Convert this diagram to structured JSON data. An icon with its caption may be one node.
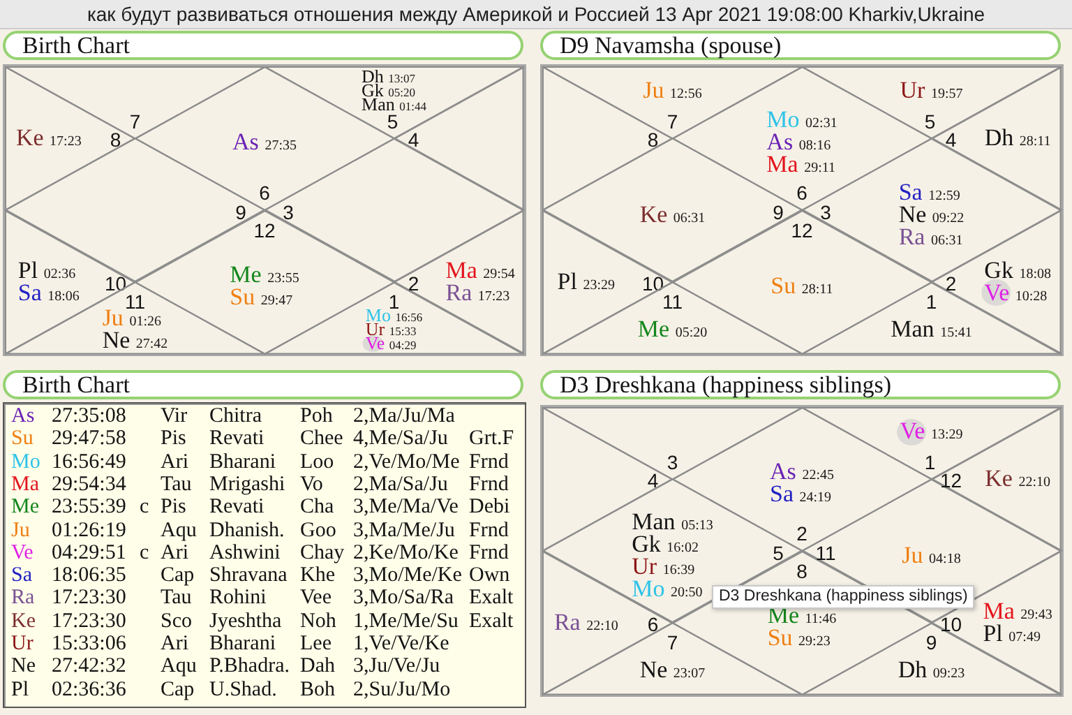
{
  "diagram": {
    "title": "как будут развиваться отношения между Америкой и Россией 13 Apr 2021 19:08:00 Kharkiv,Ukraine",
    "nodes": [
      {
        "text": [
          "Birth Chart"
        ]
      },
      {
        "text": [
          "As 27:35",
          "6"
        ],
        "in": 0
      },
      {
        "text": [
          "7"
        ],
        "in": 0
      },
      {
        "text": [
          "Ke 17:23",
          "8"
        ],
        "in": 0
      },
      {
        "text": [
          "9"
        ],
        "in": 0
      },
      {
        "text": [
          "Pl 02:36",
          "Sa 18:06",
          "10"
        ],
        "in": 0
      },
      {
        "text": [
          "11",
          "Ju 01:26",
          "Ne 27:42"
        ],
        "in": 0
      },
      {
        "text": [
          "12",
          "Me 23:55",
          "Su 29:47"
        ],
        "in": 0
      },
      {
        "text": [
          "1",
          "Mo 16:56",
          "Ur 15:33",
          "Ve 04:29"
        ],
        "in": 0
      },
      {
        "text": [
          "2",
          "Ma 29:54",
          "Ra 17:23"
        ],
        "in": 0
      },
      {
        "text": [
          "3"
        ],
        "in": 0
      },
      {
        "text": [
          "4"
        ],
        "in": 0
      },
      {
        "text": [
          "Dh 13:07",
          "Gk 05:20",
          "Man 01:44",
          "5"
        ],
        "in": 0
      },
      {
        "text": [
          "D9 Navamsha (spouse)"
        ]
      },
      {
        "text": [
          "Mo 02:31",
          "As 08:16",
          "Ma 29:11",
          "6"
        ],
        "in": 13
      },
      {
        "text": [
          "Ju 12:56",
          "7"
        ],
        "in": 13
      },
      {
        "text": [
          "8"
        ],
        "in": 13
      },
      {
        "text": [
          "Ke 06:31",
          "9"
        ],
        "in": 13
      },
      {
        "text": [
          "Pl 23:29",
          "10"
        ],
        "in": 13
      },
      {
        "text": [
          "11",
          "Me 05:20"
        ],
        "in": 13
      },
      {
        "text": [
          "12",
          "Su 28:11"
        ],
        "in": 13
      },
      {
        "text": [
          "1",
          "Man 15:41"
        ],
        "in": 13
      },
      {
        "text": [
          "2",
          "Gk 18:08",
          "Ve 10:28"
        ],
        "in": 13
      },
      {
        "text": [
          "3",
          "Sa 12:59",
          "Ne 09:22",
          "Ra 06:31"
        ],
        "in": 13
      },
      {
        "text": [
          "4",
          "Dh 28:11"
        ],
        "in": 13
      },
      {
        "text": [
          "Ur 19:57",
          "5"
        ],
        "in": 13
      },
      {
        "text": [
          "Birth Chart"
        ]
      },
      {
        "text": [
          "D3 Dreshkana (happiness siblings)"
        ]
      },
      {
        "text": [
          "As 22:45",
          "Sa 24:19",
          "2"
        ],
        "in": 27
      },
      {
        "text": [
          "3"
        ],
        "in": 27
      },
      {
        "text": [
          "4"
        ],
        "in": 27
      },
      {
        "text": [
          "Man 05:13",
          "Gk 16:02",
          "Ur 16:39",
          "Mo 20:50",
          "5"
        ],
        "in": 27
      },
      {
        "text": [
          "Ra 22:10",
          "6"
        ],
        "in": 27
      },
      {
        "text": [
          "7",
          "Ne 23:07"
        ],
        "in": 27
      },
      {
        "text": [
          "8",
          "Me 11:46",
          "Su 29:23"
        ],
        "in": 27
      },
      {
        "text": [
          "9",
          "Dh 09:23"
        ],
        "in": 27
      },
      {
        "text": [
          "10",
          "Ma 29:43",
          "Pl 07:49"
        ],
        "in": 27
      },
      {
        "text": [
          "11",
          "Ju 04:18"
        ],
        "in": 27
      },
      {
        "text": [
          "12",
          "Ke 22:10"
        ],
        "in": 27
      },
      {
        "text": [
          "Ve 13:29",
          "1"
        ],
        "in": 27
      }
    ],
    "labels": [
      "As",
      "27:35:08",
      "Vir",
      "Chitra",
      "Poh",
      "2,Ma/Ju/Ma",
      "Su",
      "29:47:58",
      "Pis",
      "Revati",
      "Chee",
      "4,Me/Sa/Ju",
      "Grt.F",
      "Mo",
      "16:56:49",
      "Ari",
      "Bharani",
      "Loo",
      "2,Ve/Mo/Me",
      "Frnd",
      "Ma",
      "29:54:34",
      "Tau",
      "Mrigashi",
      "Vo",
      "2,Ma/Sa/Ju",
      "Frnd",
      "Me",
      "23:55:39",
      "c",
      "Pis",
      "Revati",
      "Cha",
      "3,Me/Ma/Ve",
      "Debi",
      "Ju",
      "01:26:19",
      "Aqu",
      "Dhanish.",
      "Goo",
      "3,Ma/Me/Ju",
      "Frnd",
      "Ve",
      "04:29:51",
      "c",
      "Ari",
      "Ashwini",
      "Chay",
      "2,Ke/Mo/Ke",
      "Frnd",
      "Sa",
      "18:06:35",
      "Cap",
      "Shravana",
      "Khe",
      "3,Mo/Me/Ke",
      "Own",
      "Ra",
      "17:23:30",
      "Tau",
      "Rohini",
      "Vee",
      "3,Mo/Sa/Ra",
      "Exalt",
      "Ke",
      "17:23:30",
      "Sco",
      "Jyeshtha",
      "Noh",
      "1,Me/Me/Su",
      "Exalt",
      "Ur",
      "15:33:06",
      "Ari",
      "Bharani",
      "Lee",
      "1,Ve/Ve/Ke",
      "Ne",
      "27:42:32",
      "Aqu",
      "P.Bhadra.",
      "Dah",
      "3,Ju/Ve/Ju",
      "Pl",
      "02:36:36",
      "Cap",
      "U.Shad.",
      "Boh",
      "2,Su/Ju/Mo",
      "D3 Dreshkana (happiness siblings)"
    ]
  }
}
